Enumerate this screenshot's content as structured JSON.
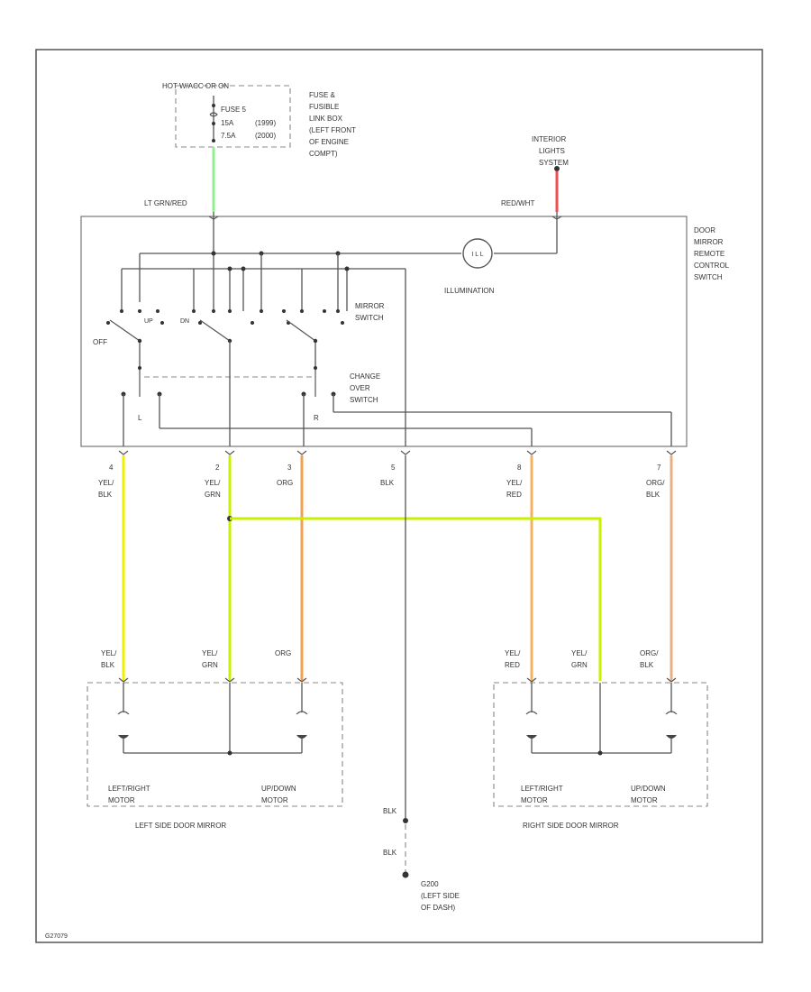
{
  "fuse_box": {
    "header": "HOT W/ACC OR ON",
    "fuse_name": "FUSE 5",
    "rating1": "15A",
    "year1": "(1999)",
    "rating2": "7.5A",
    "year2": "(2000)",
    "desc": [
      "FUSE &",
      "FUSIBLE",
      "LINK BOX",
      "(LEFT FRONT",
      "OF ENGINE",
      "COMPT)"
    ]
  },
  "interior_lights": [
    "INTERIOR",
    "LIGHTS",
    "SYSTEM"
  ],
  "wire_top_left": "LT GRN/RED",
  "wire_top_right": "RED/WHT",
  "switch_name": [
    "DOOR",
    "MIRROR",
    "REMOTE",
    "CONTROL",
    "SWITCH"
  ],
  "illumination": "ILLUMINATION",
  "lamp_symbol": "I L L",
  "mirror_switch": [
    "MIRROR",
    "SWITCH"
  ],
  "changeover_switch": [
    "CHANGE",
    "OVER",
    "SWITCH"
  ],
  "off_label": "OFF",
  "up_label": "UP",
  "dn_label": "DN",
  "l_label": "L",
  "r_label": "R",
  "pins": [
    {
      "num": "4",
      "wire": [
        "YEL/",
        "BLK"
      ],
      "color": "#f0f000"
    },
    {
      "num": "2",
      "wire": [
        "YEL/",
        "GRN"
      ],
      "color": "#c8f000"
    },
    {
      "num": "3",
      "wire": [
        "ORG"
      ],
      "color": "#f0a050"
    },
    {
      "num": "5",
      "wire": [
        "BLK"
      ],
      "color": "#555555"
    },
    {
      "num": "8",
      "wire": [
        "YEL/",
        "RED"
      ],
      "color": "#f5b060"
    },
    {
      "num": "7",
      "wire": [
        "ORG/",
        "BLK"
      ],
      "color": "#e8b080"
    }
  ],
  "left_mirror": {
    "wires": [
      [
        "YEL/",
        "BLK"
      ],
      [
        "YEL/",
        "GRN"
      ],
      [
        "ORG"
      ]
    ],
    "motor1": [
      "LEFT/RIGHT",
      "MOTOR"
    ],
    "motor2": [
      "UP/DOWN",
      "MOTOR"
    ],
    "title": "LEFT SIDE DOOR MIRROR"
  },
  "right_mirror": {
    "wires": [
      [
        "YEL/",
        "RED"
      ],
      [
        "YEL/",
        "GRN"
      ],
      [
        "ORG/",
        "BLK"
      ]
    ],
    "motor1": [
      "LEFT/RIGHT",
      "MOTOR"
    ],
    "motor2": [
      "UP/DOWN",
      "MOTOR"
    ],
    "title": "RIGHT SIDE DOOR MIRROR"
  },
  "ground": {
    "wire1": "BLK",
    "wire2": "BLK",
    "label": [
      "G200",
      "(LEFT SIDE",
      "OF DASH)"
    ]
  },
  "footer_code": "G27079",
  "colors": {
    "lt_grn": "#90f090",
    "red": "#f05050"
  }
}
